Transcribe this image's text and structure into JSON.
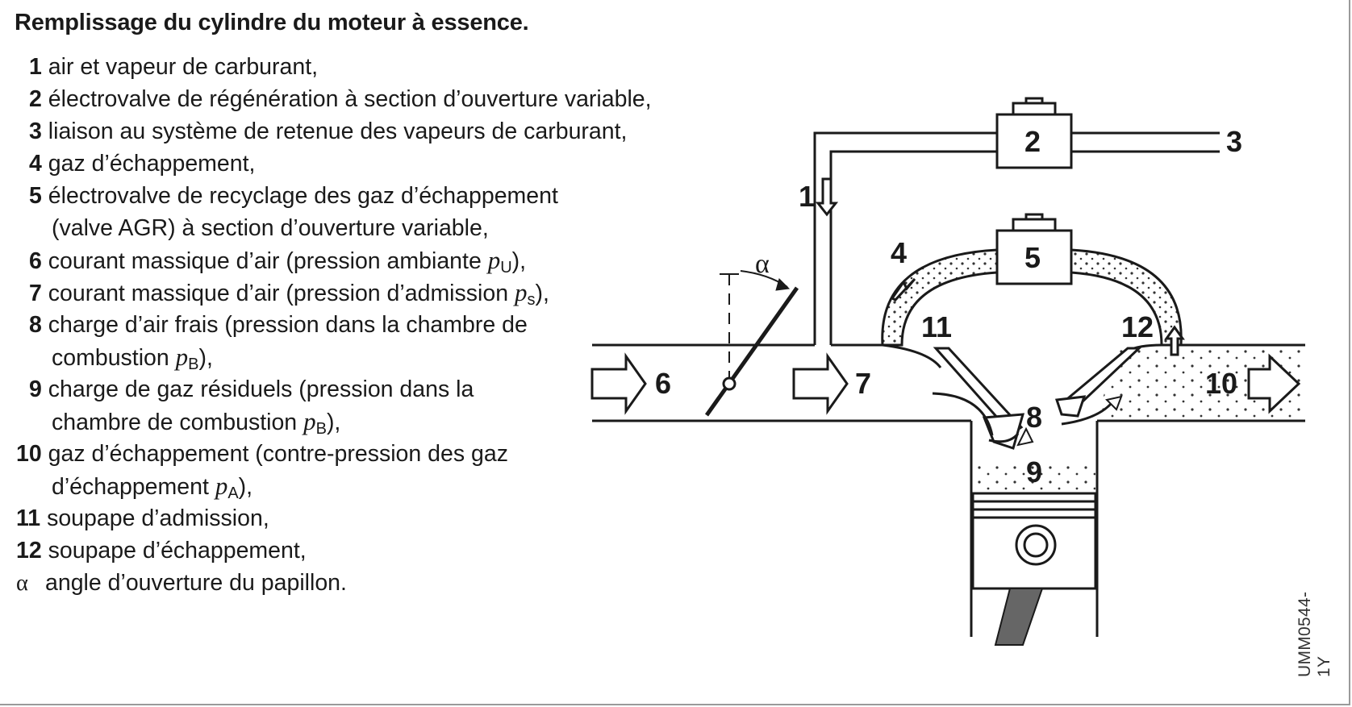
{
  "title": "Remplissage du cylindre du moteur à essence.",
  "legend": [
    {
      "num": "1",
      "text": "air et vapeur de carburant,"
    },
    {
      "num": "2",
      "text": "électrovalve de régénération à section d’ouverture variable,"
    },
    {
      "num": "3",
      "text": "liaison au système de retenue des vapeurs de carburant,"
    },
    {
      "num": "4",
      "text": "gaz d’échappement,"
    },
    {
      "num": "5",
      "text": "électrovalve de recyclage des gaz d’échappement"
    },
    {
      "num": "",
      "text": "(valve AGR) à section d’ouverture variable,"
    },
    {
      "num": "6",
      "text": "courant massique d’air (pression ambiante ",
      "p": "p",
      "sub": "U",
      "tail": "),"
    },
    {
      "num": "7",
      "text": "courant massique d’air (pression d’admission ",
      "p": "p",
      "sub": "s",
      "tail": "),"
    },
    {
      "num": "8",
      "text": "charge d’air frais (pression dans la chambre de"
    },
    {
      "num": "",
      "text": "combustion ",
      "p": "p",
      "sub": "B",
      "tail": "),"
    },
    {
      "num": "9",
      "text": "charge de gaz résiduels (pression dans la"
    },
    {
      "num": "",
      "text": "chambre de combustion ",
      "p": "p",
      "sub": "B",
      "tail": "),"
    },
    {
      "num": "10",
      "text": "gaz d’échappement (contre-pression des gaz"
    },
    {
      "num": "",
      "text": "d’échappement ",
      "p": "p",
      "sub": "A",
      "tail": "),"
    },
    {
      "num": "11",
      "text": "soupape d’admission,"
    },
    {
      "num": "12",
      "text": "soupape d’échappement,"
    },
    {
      "num": "α",
      "text": "angle d’ouverture du papillon."
    }
  ],
  "diagram": {
    "labels": {
      "l1": "1",
      "l2": "2",
      "l3": "3",
      "l4": "4",
      "l5": "5",
      "l6": "6",
      "l7": "7",
      "l8": "8",
      "l9": "9",
      "l10": "10",
      "l11": "11",
      "l12": "12",
      "alpha": "α"
    }
  },
  "figure_code": "UMM0544-1Y"
}
